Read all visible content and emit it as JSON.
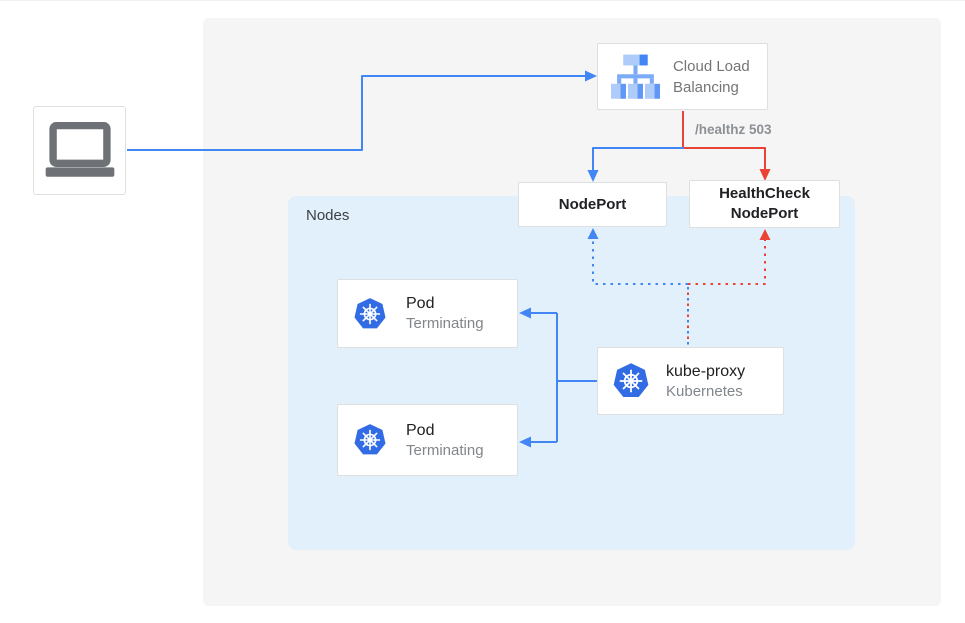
{
  "diagram": {
    "nodes_container_label": "Nodes",
    "client": {
      "icon": "laptop-icon"
    },
    "cloud_load_balancing": {
      "label": "Cloud Load Balancing",
      "icon": "cloud-load-balancing-icon"
    },
    "nodeport": {
      "label": "NodePort"
    },
    "healthcheck_nodeport": {
      "label": "HealthCheck NodePort"
    },
    "pods": [
      {
        "title": "Pod",
        "subtitle": "Terminating",
        "icon": "kubernetes-icon"
      },
      {
        "title": "Pod",
        "subtitle": "Terminating",
        "icon": "kubernetes-icon"
      }
    ],
    "kube_proxy": {
      "title": "kube-proxy",
      "subtitle": "Kubernetes",
      "icon": "kubernetes-icon"
    },
    "edge_label_healthz": "/healthz 503",
    "colors": {
      "blue_flow": "#4285F4",
      "red_flow": "#EA4335",
      "nodes_bg": "#E2F0FC",
      "panel_bg": "#F5F5F6",
      "kubernetes_blue": "#326CE5",
      "icon_gray": "#6E7276"
    }
  }
}
